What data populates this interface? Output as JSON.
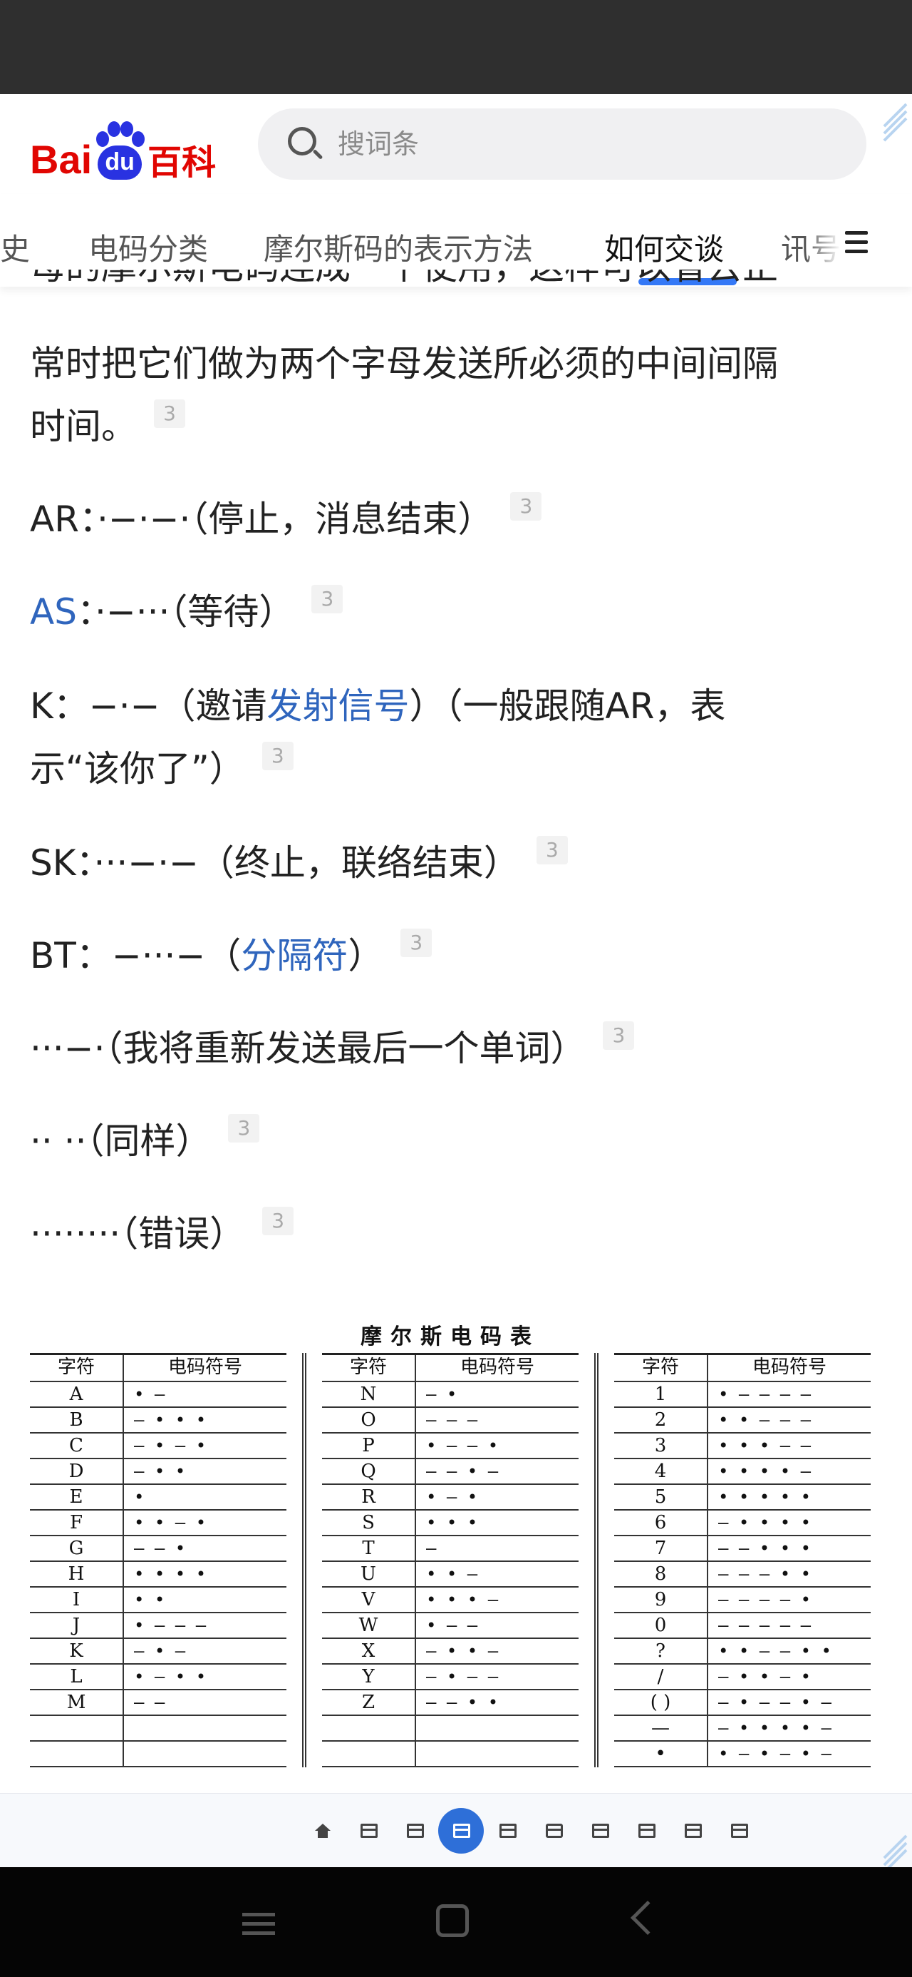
{
  "header": {
    "logo_bai": "Bai",
    "logo_du": "du",
    "logo_baike": "百科",
    "search_placeholder": "搜词条"
  },
  "tabs": [
    {
      "label": "历史"
    },
    {
      "label": "电码分类"
    },
    {
      "label": "摩尔斯码的表示方法"
    },
    {
      "label": "如何交谈"
    },
    {
      "label": "讯号"
    }
  ],
  "content": {
    "cut_line": "母的摩尔斯电码连成一个使用，这样可以省去正",
    "para_line1": "常时把它们做为两个字母发送所必须的中间间隔",
    "para_line2": "时间。",
    "ref": "3",
    "items": [
      {
        "code": "AR",
        "sep": "：",
        "morse": "·−·−·",
        "desc": "（停止，消息结束）"
      },
      {
        "code": "AS",
        "sep": "：",
        "morse": "·−···",
        "desc": "（等待）"
      },
      {
        "code": "K",
        "sep": "：",
        "morse": "−·−",
        "desc_pre": "（邀请",
        "desc_link": "发射信号",
        "desc_post": "）（一般跟随AR，表",
        "desc_line2": "示“该你了”）"
      },
      {
        "code": "SK",
        "sep": "：",
        "morse": "···−·−",
        "desc": "（终止，联络结束）"
      },
      {
        "code": "BT",
        "sep": "：",
        "morse": "−···−",
        "desc_pre": "（",
        "desc_link": "分隔符",
        "desc_post": "）"
      },
      {
        "morse": "···−·",
        "desc": "（我将重新发送最后一个单词）"
      },
      {
        "morse": "·· ··",
        "desc": "（同样）"
      },
      {
        "morse": "········",
        "desc": "（错误）"
      }
    ]
  },
  "morse_table": {
    "title": "摩尔斯电码表",
    "header_char": "字符",
    "header_code": "电码符号",
    "columns": [
      [
        [
          "A",
          "• —"
        ],
        [
          "B",
          "— • • •"
        ],
        [
          "C",
          "— • — •"
        ],
        [
          "D",
          "— • •"
        ],
        [
          "E",
          "•"
        ],
        [
          "F",
          "• • — •"
        ],
        [
          "G",
          "— — •"
        ],
        [
          "H",
          "• • • •"
        ],
        [
          "I",
          "• •"
        ],
        [
          "J",
          "• — — —"
        ],
        [
          "K",
          "— • —"
        ],
        [
          "L",
          "• — • •"
        ],
        [
          "M",
          "— —"
        ],
        [
          "",
          ""
        ],
        [
          "",
          ""
        ]
      ],
      [
        [
          "N",
          "— •"
        ],
        [
          "O",
          "— — —"
        ],
        [
          "P",
          "• — — •"
        ],
        [
          "Q",
          "— — • —"
        ],
        [
          "R",
          "• — •"
        ],
        [
          "S",
          "• • •"
        ],
        [
          "T",
          "—"
        ],
        [
          "U",
          "• • —"
        ],
        [
          "V",
          "• • • —"
        ],
        [
          "W",
          "• — —"
        ],
        [
          "X",
          "— • • —"
        ],
        [
          "Y",
          "— • — —"
        ],
        [
          "Z",
          "— — • •"
        ],
        [
          "",
          ""
        ],
        [
          "",
          ""
        ]
      ],
      [
        [
          "1",
          "• — — — —"
        ],
        [
          "2",
          "• • — — —"
        ],
        [
          "3",
          "• • • — —"
        ],
        [
          "4",
          "• • • • —"
        ],
        [
          "5",
          "• • • • •"
        ],
        [
          "6",
          "— • • • •"
        ],
        [
          "7",
          "— — • • •"
        ],
        [
          "8",
          "— — — • •"
        ],
        [
          "9",
          "— — — — •"
        ],
        [
          "0",
          "— — — — —"
        ],
        [
          "?",
          "• • — — • •"
        ],
        [
          "/",
          "— • • — •"
        ],
        [
          "( )",
          "— • — — • —"
        ],
        [
          "—",
          "— • • • • —"
        ],
        [
          "•",
          "• — • — • —"
        ]
      ]
    ]
  },
  "toolbar": {
    "active_index": 3
  }
}
